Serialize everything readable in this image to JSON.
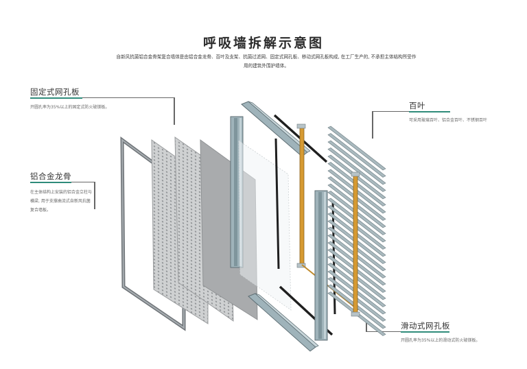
{
  "title": "呼吸墙拆解示意图",
  "intro": "自新风抗菌铝合金骨架复合墙体是由铝合金龙骨、百叶及支架、抗菌过滤网、固定式网孔板、移动式网孔板构成, 在工厂生产的, 不承担主体结构所受作用的建筑外围护墙体。",
  "colors": {
    "accent": "#2e8b7a",
    "leader": "#666666",
    "frame": "#7a8288",
    "panel": "#c9cbcc",
    "profile": "#9fb3ba",
    "bracket": "#d69a32",
    "bar": "#222222"
  },
  "labels": {
    "fixed_panel": {
      "title": "固定式网孔板",
      "desc": "开圆孔率为35%以上的固定式防火玻镁板。"
    },
    "keel": {
      "title": "铝合金龙骨",
      "desc_lines": [
        "在主体结构上安装的铝合金立柱与",
        "横梁, 用于支撑曲流式自新风抗菌",
        "复合墙板。"
      ]
    },
    "louver": {
      "title": "百叶",
      "desc": "可采用玻璃百叶、铝合金百叶、不锈钢百叶"
    },
    "sliding_panel": {
      "title": "滑动式网孔板",
      "desc": "开圆孔率为35%以上的滑动式防火玻镁板。"
    }
  }
}
